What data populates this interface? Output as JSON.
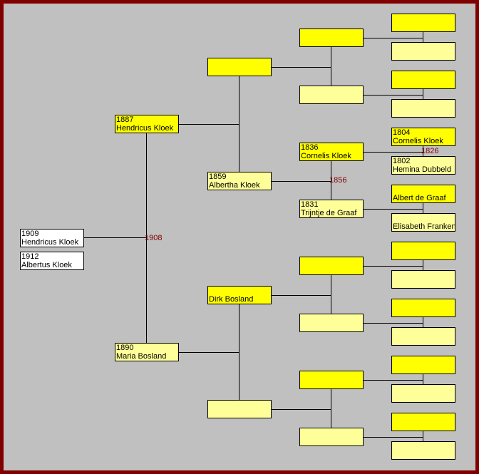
{
  "colors": {
    "frame": "#800000",
    "background": "#c0c0c0",
    "male": "#ffff00",
    "female": "#ffff99",
    "child": "#ffffff",
    "marriage_year": "#800000"
  },
  "children": [
    {
      "year": "1909",
      "name": "Hendricus Kloek"
    },
    {
      "year": "1912",
      "name": "Albertus Kloek"
    }
  ],
  "ancestors": [
    {
      "n": 2,
      "year": "1887",
      "name": "Hendricus Kloek"
    },
    {
      "n": 3,
      "year": "1890",
      "name": "Maria Bosland"
    },
    {
      "n": 4,
      "year": "",
      "name": ""
    },
    {
      "n": 5,
      "year": "1859",
      "name": "Albertha Kloek"
    },
    {
      "n": 6,
      "year": "",
      "name": "Dirk Bosland"
    },
    {
      "n": 7,
      "year": "",
      "name": ""
    },
    {
      "n": 8,
      "year": "",
      "name": ""
    },
    {
      "n": 9,
      "year": "",
      "name": ""
    },
    {
      "n": 10,
      "year": "1836",
      "name": "Cornelis Kloek"
    },
    {
      "n": 11,
      "year": "1831",
      "name": "Trijntje de Graaf"
    },
    {
      "n": 12,
      "year": "",
      "name": ""
    },
    {
      "n": 13,
      "year": "",
      "name": ""
    },
    {
      "n": 14,
      "year": "",
      "name": ""
    },
    {
      "n": 15,
      "year": "",
      "name": ""
    },
    {
      "n": 16,
      "year": "",
      "name": ""
    },
    {
      "n": 17,
      "year": "",
      "name": ""
    },
    {
      "n": 18,
      "year": "",
      "name": ""
    },
    {
      "n": 19,
      "year": "",
      "name": ""
    },
    {
      "n": 20,
      "year": "1804",
      "name": "Cornelis Kloek"
    },
    {
      "n": 21,
      "year": "1802",
      "name": "Hemina Dubbeld"
    },
    {
      "n": 22,
      "year": "",
      "name": "Albert de Graaf"
    },
    {
      "n": 23,
      "year": "",
      "name": "Elisabeth Franken"
    },
    {
      "n": 24,
      "year": "",
      "name": ""
    },
    {
      "n": 25,
      "year": "",
      "name": ""
    },
    {
      "n": 26,
      "year": "",
      "name": ""
    },
    {
      "n": 27,
      "year": "",
      "name": ""
    },
    {
      "n": 28,
      "year": "",
      "name": ""
    },
    {
      "n": 29,
      "year": "",
      "name": ""
    },
    {
      "n": 30,
      "year": "",
      "name": ""
    },
    {
      "n": 31,
      "year": "",
      "name": ""
    }
  ],
  "marriages": [
    {
      "father": 2,
      "year": "1908"
    },
    {
      "father": 10,
      "year": "1856"
    },
    {
      "father": 20,
      "year": "1826"
    }
  ]
}
